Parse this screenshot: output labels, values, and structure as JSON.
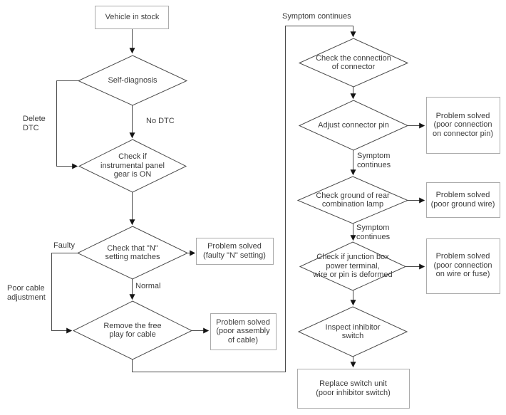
{
  "diagram": {
    "nodes": {
      "start": "Vehicle in stock",
      "self_diagnosis": "Self-diagnosis",
      "panel_gear": "Check if\ninstrumental panel\ngear is ON",
      "n_setting": "Check that \"N\"\nsetting matches",
      "free_play": "Remove the free\nplay for cable",
      "connector_connection": "Check the connection\nof connector",
      "adjust_pin": "Adjust connector pin",
      "ground_lamp": "Check ground of rear\ncombination lamp",
      "junction_box": "Check if junction box\npower terminal,\nwire or pin is deformed",
      "inhibitor_switch": "Inspect inhibitor\nswitch",
      "replace_switch": "Replace switch unit\n(poor inhibitor switch)"
    },
    "results": {
      "faulty_n": "Problem solved\n(faulty \"N\" setting)",
      "poor_assembly": "Problem solved\n(poor assembly\nof cable)",
      "poor_pin": "Problem solved\n(poor connection\non connector pin)",
      "poor_ground": "Problem solved\n(poor ground wire)",
      "poor_wire_fuse": "Problem solved\n(poor connection\non wire or fuse)"
    },
    "edge_labels": {
      "delete_dtc": "Delete\nDTC",
      "no_dtc": "No DTC",
      "faulty": "Faulty",
      "poor_cable": "Poor cable\nadjustment",
      "normal": "Normal",
      "symptom_top": "Symptom continues",
      "symptom_1": "Symptom\ncontinues",
      "symptom_2": "Symptom\ncontinues"
    },
    "colors": {
      "line": "#4a4a4a",
      "box_border": "#ababab",
      "arrow": "#141414",
      "text": "#3c3c3c"
    }
  }
}
